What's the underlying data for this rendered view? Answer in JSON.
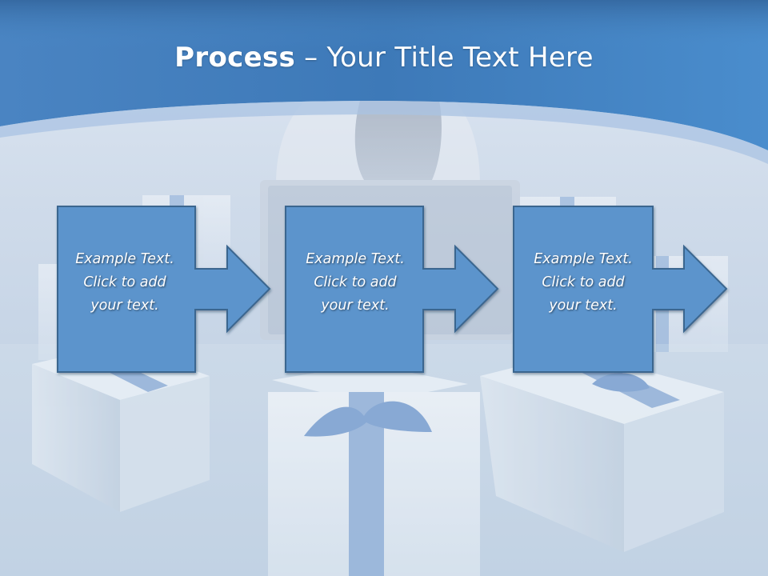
{
  "slide": {
    "title_bold": "Process",
    "title_rest": " – Your Title Text Here"
  },
  "steps": [
    {
      "line1": "Example Text.",
      "line2": "Click  to add",
      "line3": "your text."
    },
    {
      "line1": "Example Text.",
      "line2": "Click  to add",
      "line3": "your text."
    },
    {
      "line1": "Example Text.",
      "line2": "Click  to add",
      "line3": "your text."
    }
  ],
  "colors": {
    "header_blue": "#3f7fc0",
    "box_fill": "#5b94cc",
    "box_stroke": "#3b668f",
    "gift_ribbon": "#6f98cf"
  }
}
